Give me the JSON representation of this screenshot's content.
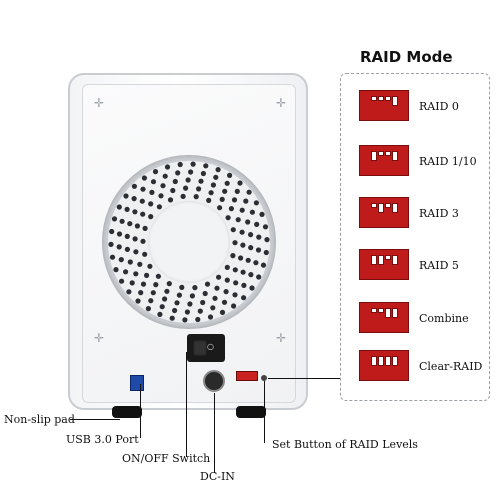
{
  "legend": {
    "title": "RAID Mode",
    "modes": [
      {
        "label": "RAID 0"
      },
      {
        "label": "RAID 1/10"
      },
      {
        "label": "RAID 3"
      },
      {
        "label": "RAID 5"
      },
      {
        "label": "Combine"
      },
      {
        "label": "Clear-RAID"
      }
    ]
  },
  "callouts": {
    "non_slip_pad": "Non-slip pad",
    "usb_port": "USB 3.0 Port",
    "on_off_switch": "ON/OFF Switch",
    "dc_in": "DC-IN",
    "set_button": "Set Button of RAID Levels"
  },
  "colors": {
    "dip_switch": "#bf1b1b",
    "usb_port": "#1f4aa8"
  }
}
